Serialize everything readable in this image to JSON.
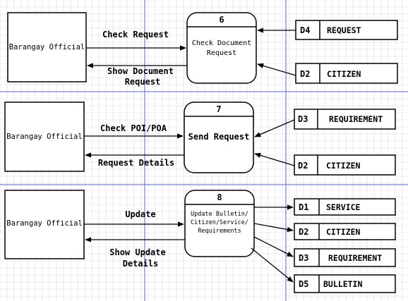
{
  "sections": [
    {
      "entity": "Barangay Official",
      "process": {
        "number": "6",
        "name_lines": [
          "Check Document",
          "Request"
        ]
      },
      "flows": [
        {
          "label_lines": [
            "Check Request"
          ]
        },
        {
          "label_lines": [
            "Show Document",
            "Request"
          ]
        }
      ],
      "stores": [
        {
          "id": "D4",
          "name": "REQUEST"
        },
        {
          "id": "D2",
          "name": "CITIZEN"
        }
      ]
    },
    {
      "entity": "Barangay Official",
      "process": {
        "number": "7",
        "name_lines": [
          "Send Request"
        ]
      },
      "flows": [
        {
          "label_lines": [
            "Check POI/POA"
          ]
        },
        {
          "label_lines": [
            "Request Details"
          ]
        }
      ],
      "stores": [
        {
          "id": "D3",
          "name": "REQUIREMENT"
        },
        {
          "id": "D2",
          "name": "CITIZEN"
        }
      ]
    },
    {
      "entity": "Barangay Official",
      "process": {
        "number": "8",
        "name_lines": [
          "Update Bulletin/",
          "Citizen/Service/",
          "Requirements"
        ]
      },
      "flows": [
        {
          "label_lines": [
            "Update"
          ]
        },
        {
          "label_lines": [
            "Show Update",
            "Details"
          ]
        }
      ],
      "stores": [
        {
          "id": "D1",
          "name": "SERVICE"
        },
        {
          "id": "D2",
          "name": "CITIZEN"
        },
        {
          "id": "D3",
          "name": "REQUIREMENT"
        },
        {
          "id": "D5",
          "name": "BULLETIN"
        }
      ]
    }
  ],
  "colors": {
    "grid_minor": "#d9dce6",
    "grid_major": "#5a66c8",
    "stroke": "#000000",
    "background": "#ffffff"
  }
}
